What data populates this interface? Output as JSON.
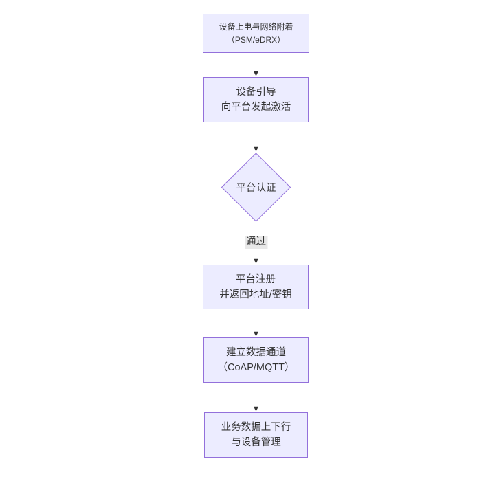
{
  "diagram": {
    "type": "flowchart-top-down",
    "nodes": {
      "power_attach": {
        "line1": "设备上电与网络附着",
        "line2": "（PSM/eDRX）"
      },
      "bootstrap": {
        "line1": "设备引导",
        "line2": "向平台发起激活"
      },
      "auth": {
        "line1": "平台认证"
      },
      "register": {
        "line1": "平台注册",
        "line2": "并返回地址/密钥"
      },
      "channel": {
        "line1": "建立数据通道",
        "line2": "（CoAP/MQTT）"
      },
      "business": {
        "line1": "业务数据上下行",
        "line2": "与设备管理"
      }
    },
    "edge_labels": {
      "pass": "通过"
    },
    "colors": {
      "node_fill": "#ECECFF",
      "node_border": "#9370DB",
      "edge_line": "#333333",
      "arrowhead": "#333333",
      "edge_label_bg": "#e8e8e8",
      "text": "#333333",
      "background": "#ffffff"
    }
  }
}
